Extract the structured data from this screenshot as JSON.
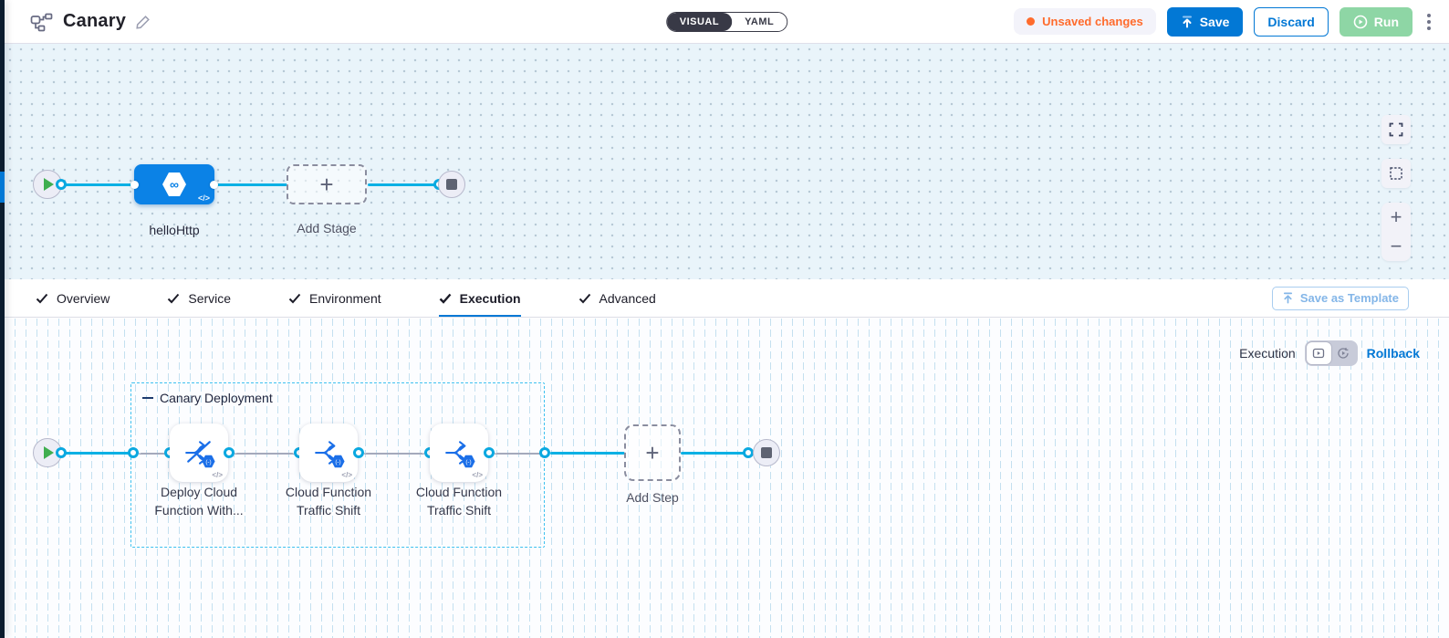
{
  "header": {
    "title": "Canary",
    "mode": {
      "visual": "VISUAL",
      "yaml": "YAML"
    },
    "unsaved": "Unsaved changes",
    "save": "Save",
    "discard": "Discard",
    "run": "Run"
  },
  "stage_flow": {
    "stage_name": "helloHttp",
    "add_stage": "Add Stage"
  },
  "tabs": {
    "overview": "Overview",
    "service": "Service",
    "environment": "Environment",
    "execution": "Execution",
    "advanced": "Advanced",
    "save_as_template": "Save as Template"
  },
  "execution_flow": {
    "toolbar_label": "Execution",
    "rollback_link": "Rollback",
    "group_label": "Canary Deployment",
    "steps": [
      {
        "label": "Deploy Cloud Function With..."
      },
      {
        "label": "Cloud Function Traffic Shift"
      },
      {
        "label": "Cloud Function Traffic Shift"
      }
    ],
    "add_step": "Add Step"
  },
  "colors": {
    "accent_blue": "#0278d5",
    "flow_cyan": "#00ade4",
    "unsaved_orange": "#ff6b2c",
    "run_green": "#8ed6a5",
    "stage_blue": "#0b82e6",
    "group_border_cyan": "#3dc1ef",
    "start_green": "#3fae4f"
  }
}
